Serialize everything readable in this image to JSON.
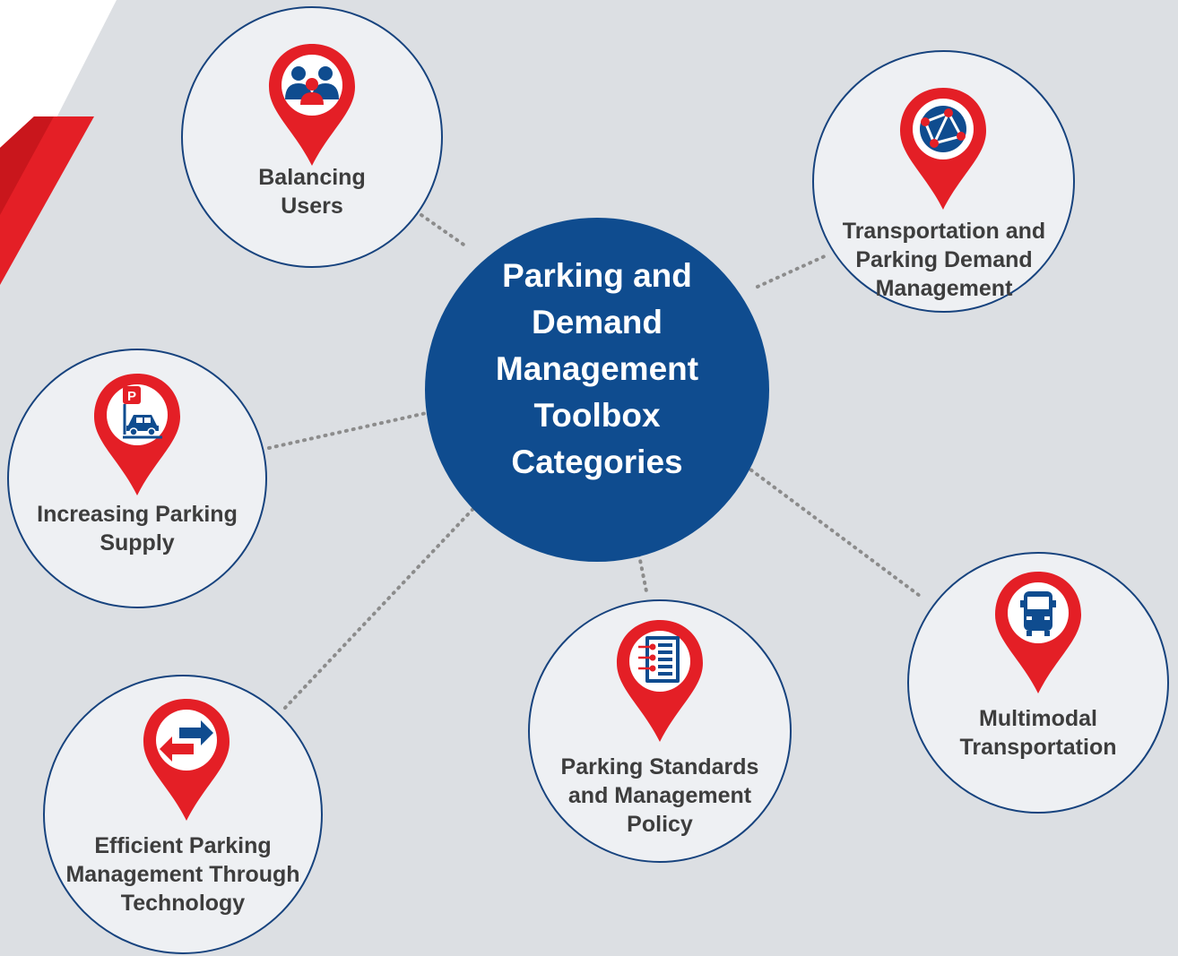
{
  "center": {
    "title": "Parking and\nDemand\nManagement\nToolbox\nCategories"
  },
  "categories": [
    {
      "label": "Balancing\nUsers",
      "icon": "users-group-icon"
    },
    {
      "label": "Transportation and\nParking Demand\nManagement",
      "icon": "globe-network-icon"
    },
    {
      "label": "Increasing Parking\nSupply",
      "icon": "parking-car-icon"
    },
    {
      "label": "Multimodal\nTransportation",
      "icon": "bus-icon"
    },
    {
      "label": "Parking Standards\nand Management\nPolicy",
      "icon": "checklist-document-icon"
    },
    {
      "label": "Efficient Parking\nManagement Through\nTechnology",
      "icon": "exchange-arrows-icon"
    }
  ],
  "colors": {
    "background": "#dcdfe3",
    "accent_red": "#e41f26",
    "brand_blue": "#0f4c8f",
    "outline_blue": "#17437e",
    "label_text": "#3d3d3d"
  }
}
